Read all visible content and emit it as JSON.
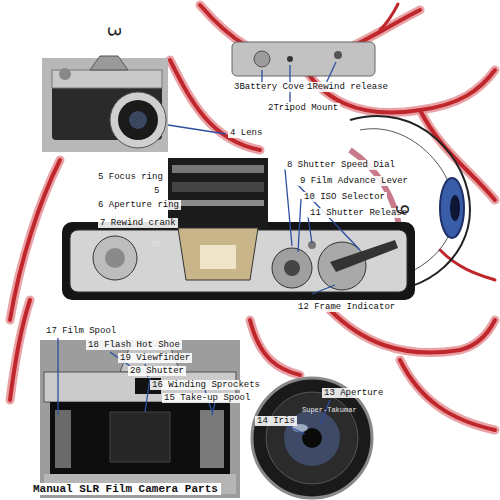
{
  "diagram": {
    "caption": "Manual SLR Film Camera Parts",
    "labels": [
      "3",
      "3Battery Cover",
      "2Tripod Mount",
      "1Rewind release",
      "4 Lens",
      "5 Focus ring",
      "5",
      "6 Aperture ring",
      "7 Rewind crank",
      "8 Shutter Speed Dial",
      "9 Film Advance Lever",
      "10 ISO Selector",
      "11 Shutter Release",
      "12 Frame Indicator",
      "9",
      "17 Film Spool",
      "18 Flash Hot Shoe",
      "19 Viewfinder",
      "20 Shutter",
      "16 Winding Sprockets",
      "15 Take-up Spool",
      "13 Aperture",
      "14 Iris",
      "SP",
      "Super-Takumar"
    ]
  }
}
